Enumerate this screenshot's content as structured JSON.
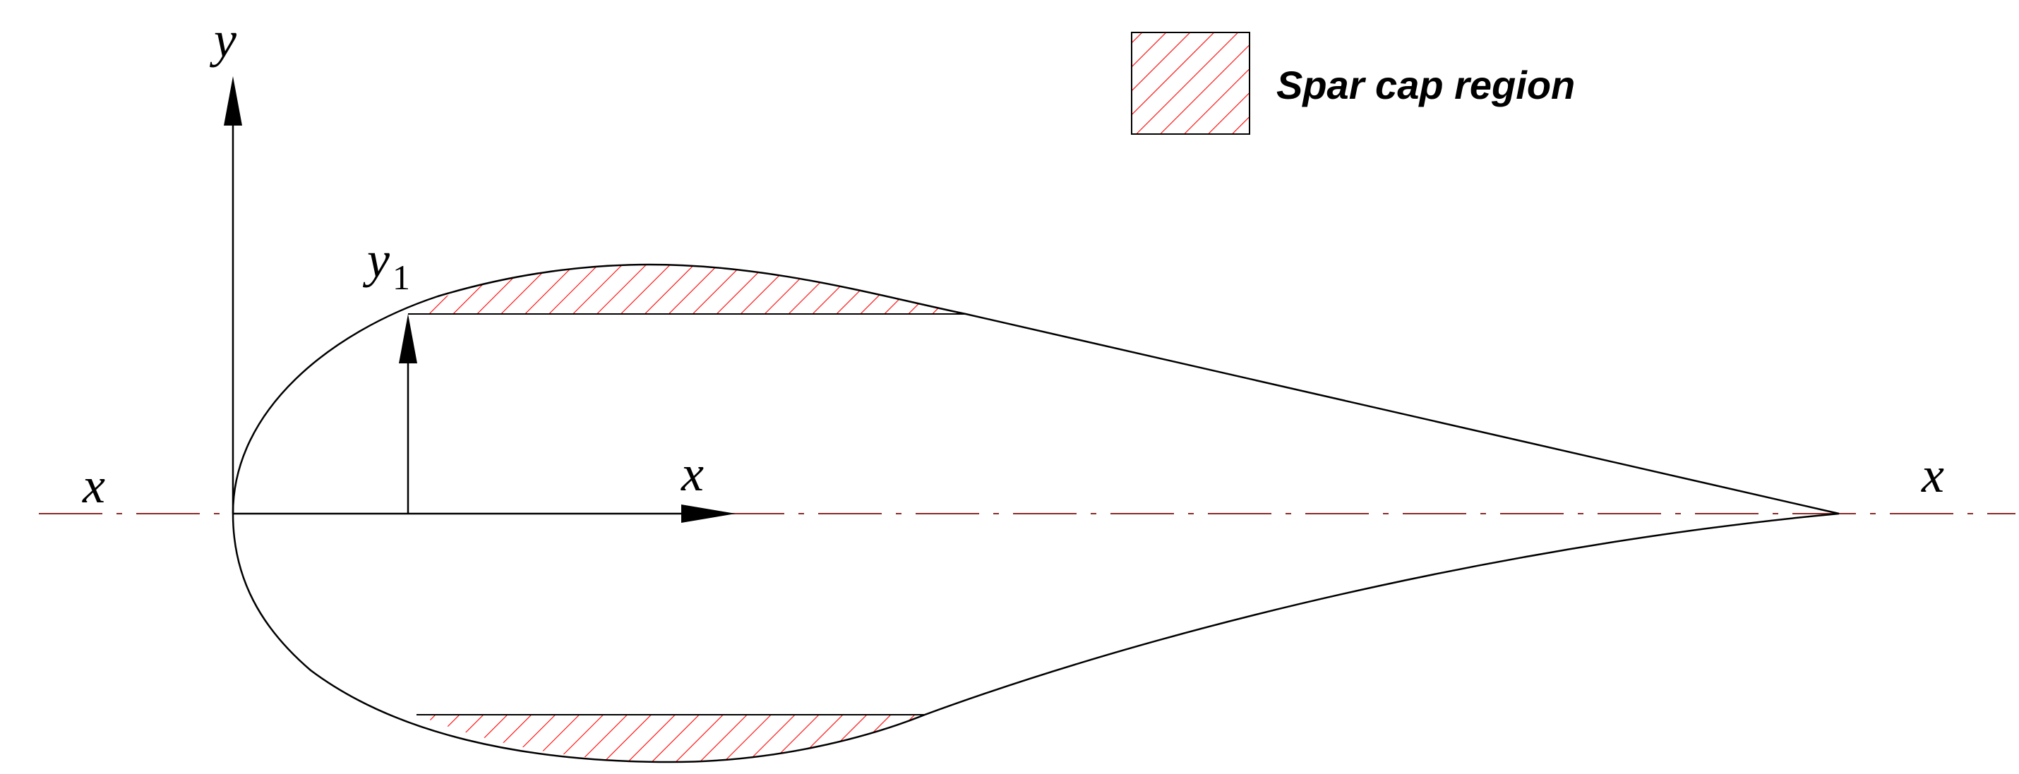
{
  "legend": {
    "label": "Spar cap region"
  },
  "labels": {
    "y_axis": "y",
    "x_axis_center": "x",
    "x_axis_left": "x",
    "x_axis_right": "x",
    "y1_main": "y",
    "y1_sub": "1"
  },
  "colors": {
    "outline": "#000000",
    "hatch": "#ff0000",
    "chord_line": "#8b2a2a"
  }
}
